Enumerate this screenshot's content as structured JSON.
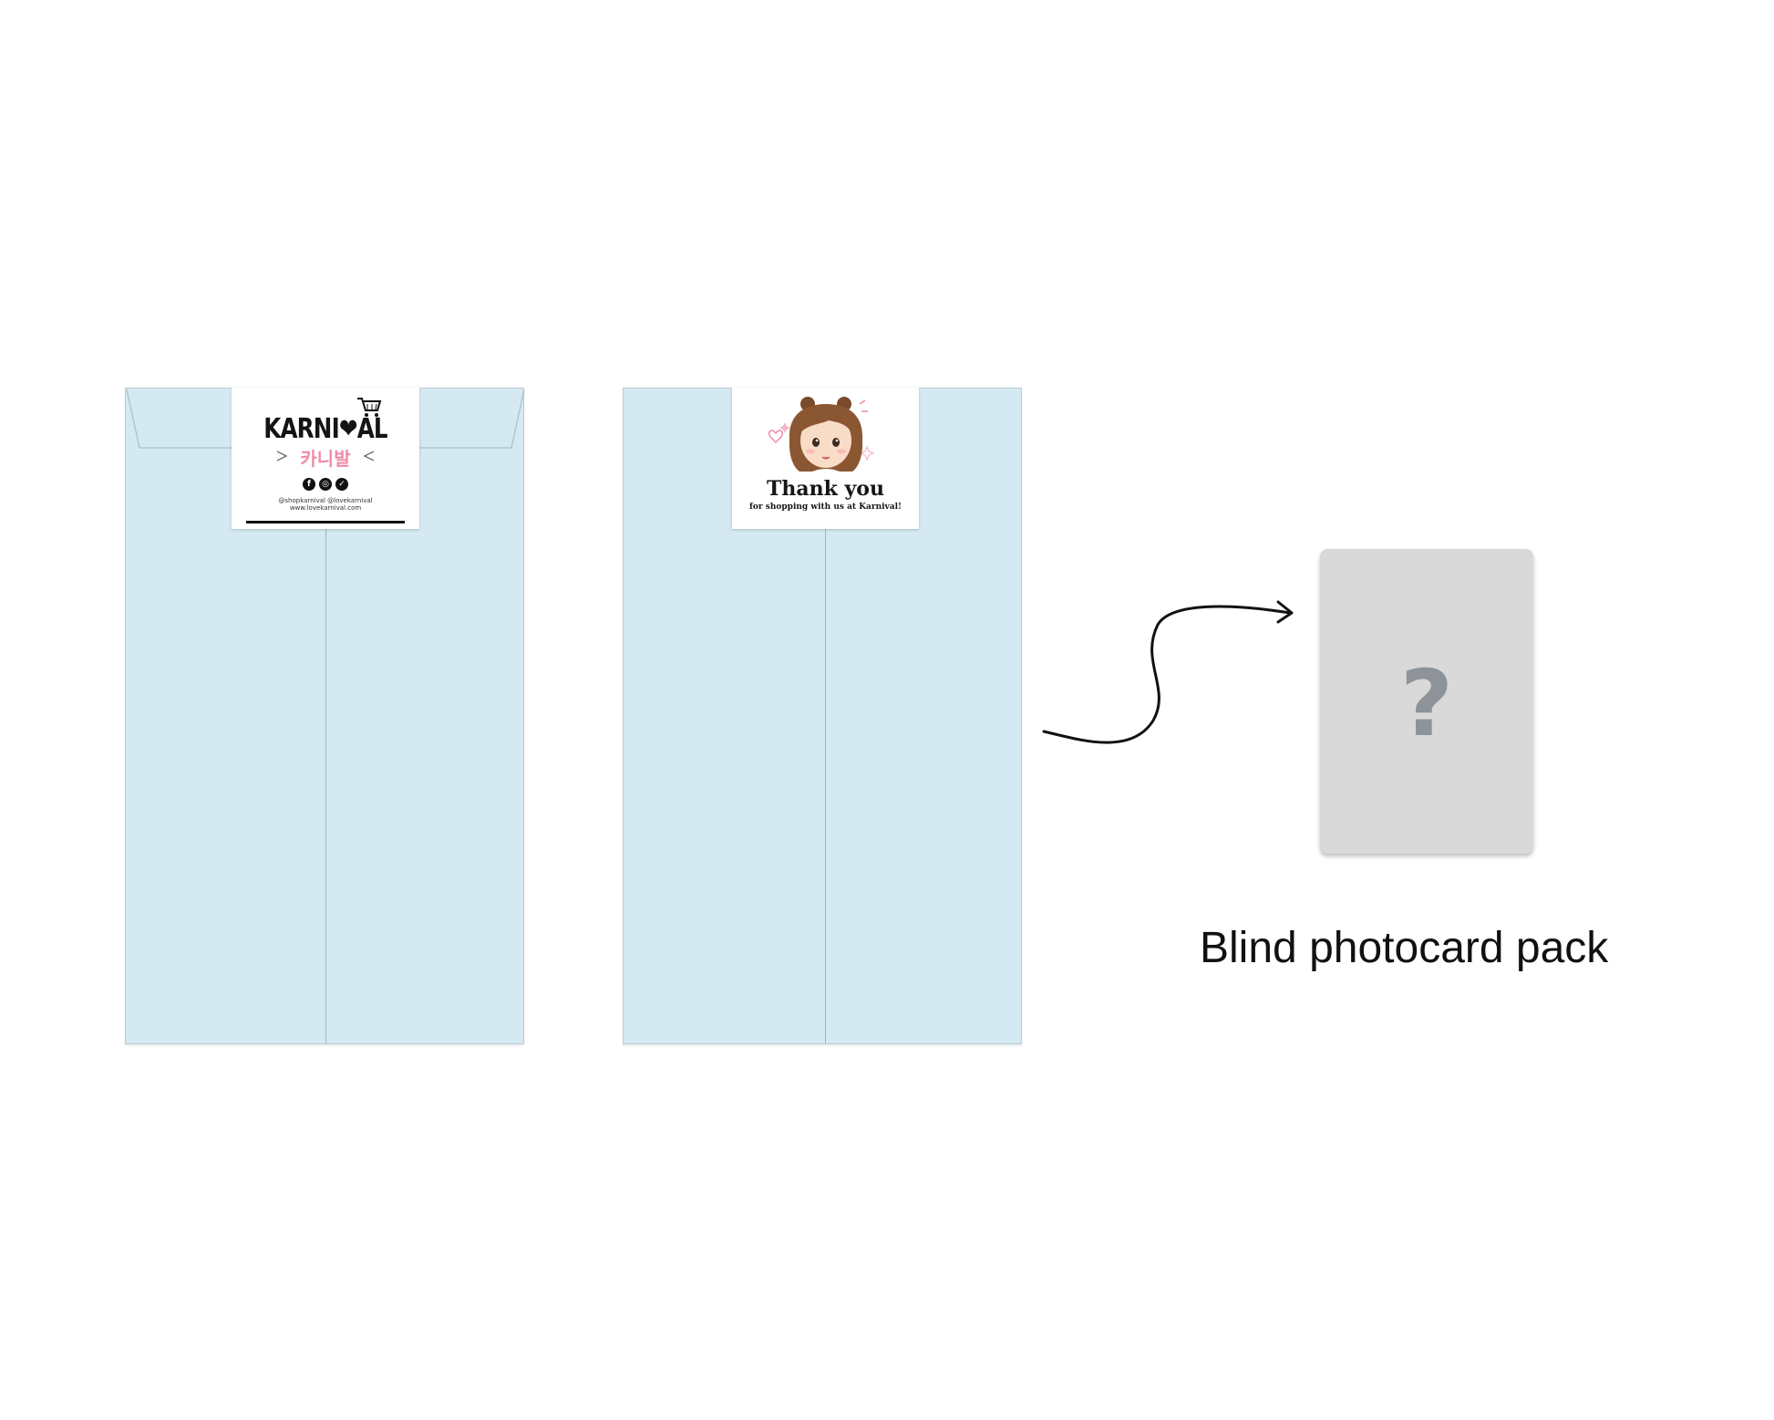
{
  "envelopes": [
    {
      "sticker": {
        "wordmark": "KARNI❤AL",
        "korean": "카니발",
        "social_icons": [
          "facebook-icon",
          "instagram-icon",
          "twitter-icon"
        ],
        "handles_line1": "@shopkarnival @lovekarnival",
        "handles_line2": "www.lovekarnival.com"
      }
    },
    {
      "sticker": {
        "title": "Thank you",
        "subtitle": "for shopping with us at Karnival!"
      }
    }
  ],
  "photocard": {
    "symbol": "?"
  },
  "caption": "Blind photocard pack",
  "colors": {
    "envelope": "#d4e9f2",
    "card": "#d9d9d9",
    "question": "#8e9399",
    "brand_pink": "#ef8ca8"
  }
}
